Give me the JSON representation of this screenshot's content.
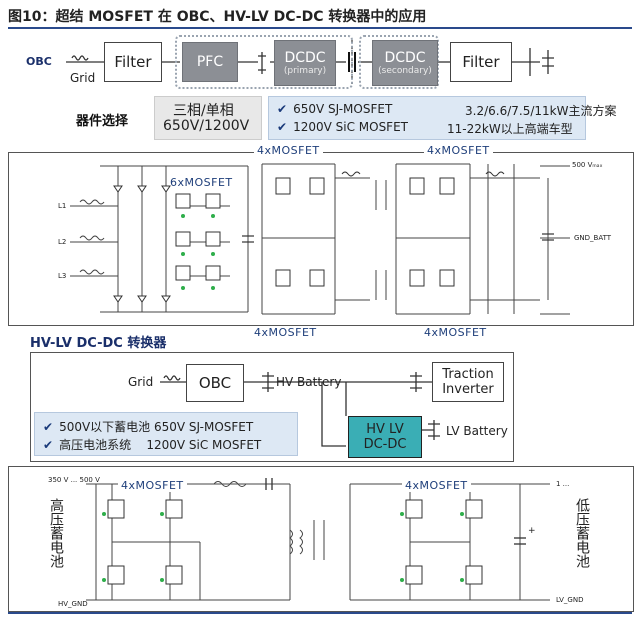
{
  "title": "图10：超结 MOSFET 在 OBC、HV-LV DC-DC 转换器中的应用",
  "obc": {
    "label": "OBC",
    "grid": "Grid",
    "filter_left": "Filter",
    "pfc": "PFC",
    "dcdc_primary": "DCDC",
    "dcdc_primary_sub": "(primary)",
    "dcdc_secondary": "DCDC",
    "dcdc_secondary_sub": "(secondary)",
    "filter_right": "Filter"
  },
  "device_select": {
    "label": "器件选择",
    "phase": "三相/单相",
    "voltage": "650V/1200V",
    "check1_a": "650V SJ-MOSFET",
    "check1_b": "3.2/6.6/7.5/11kW主流方案",
    "check2_a": "1200V SiC MOSFET",
    "check2_b": "11-22kW以上高端车型"
  },
  "circuit1": {
    "mos_top_left": "4xMOSFET",
    "mos_top_right": "4xMOSFET",
    "mos_pfc": "6xMOSFET",
    "mos_bot_left": "4xMOSFET",
    "mos_bot_right": "4xMOSFET",
    "l1": "L1",
    "l2": "L2",
    "l3": "L3",
    "out_pos": "500 Vₘₐₓ",
    "out_gnd": "GND_BATT"
  },
  "hvlv": {
    "section_label": "HV-LV DC-DC 转换器",
    "grid": "Grid",
    "obc": "OBC",
    "hv_battery": "HV Battery",
    "traction": "Traction",
    "inverter": "Inverter",
    "hvlv_dcdc_1": "HV LV",
    "hvlv_dcdc_2": "DC-DC",
    "lv_battery": "LV Battery",
    "check1": "500V以下蓄电池 650V SJ-MOSFET",
    "check2": "高压电池系统    1200V SiC MOSFET"
  },
  "circuit2": {
    "vin": "350 V ... 500 V",
    "mos_left": "4xMOSFET",
    "mos_right": "4xMOSFET",
    "hv_side": "高压蓄电池",
    "lv_side": "低压蓄电池",
    "hv_gnd": "HV_GND",
    "lv_gnd": "LV_GND",
    "vout": "1 ...",
    "cap_plus": "+"
  },
  "colors": {
    "accent": "#1a2f6a",
    "note_bg": "#dde8f4",
    "teal": "#3aaeb5",
    "gray_block": "#8c8f95"
  }
}
